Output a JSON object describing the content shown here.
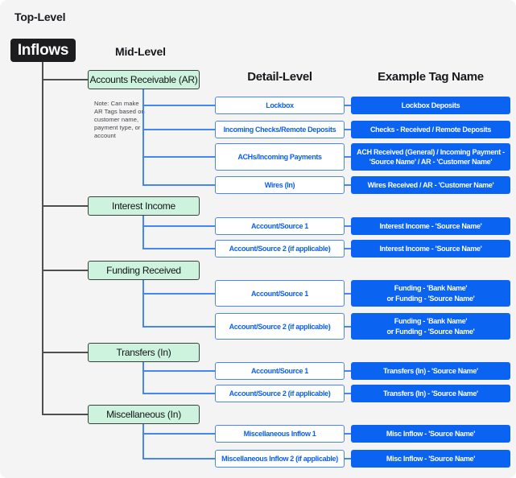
{
  "page": {
    "top_level_label": "Top-Level",
    "mid_level_label": "Mid-Level",
    "detail_level_label": "Detail-Level",
    "example_tag_label": "Example Tag Name",
    "root_label": "Inflows",
    "note": "Note: Can make\nAR Tags based on\ncustomer name,\npayment type, or\naccount"
  },
  "colors": {
    "background": "#f4f4f5",
    "root_fill": "#1d1d1f",
    "mid_fill": "#cdf2de",
    "mid_border": "#39413c",
    "detail_border": "#4a86f2",
    "detail_text": "#0b5ff0",
    "tag_fill": "#0b63f2",
    "tag_text": "#ffffff",
    "dark_line": "#4f4f50",
    "blue_line": "#4486f4"
  },
  "groups": [
    {
      "label": "Accounts Receivable (AR)",
      "rows": [
        {
          "detail": "Lockbox",
          "tag": "Lockbox Deposits"
        },
        {
          "detail": "Incoming Checks/Remote Deposits",
          "tag": "Checks - Received / Remote Deposits"
        },
        {
          "detail": "ACHs/Incoming Payments",
          "tag": "ACH Received (General) / Incoming Payment -\n'Source Name' / AR - 'Customer Name'"
        },
        {
          "detail": "Wires (In)",
          "tag": "Wires Received / AR - 'Customer Name'"
        }
      ]
    },
    {
      "label": "Interest Income",
      "rows": [
        {
          "detail": "Account/Source 1",
          "tag": "Interest Income - 'Source Name'"
        },
        {
          "detail": "Account/Source 2 (if applicable)",
          "tag": "Interest Income - 'Source Name'"
        }
      ]
    },
    {
      "label": "Funding Received",
      "rows": [
        {
          "detail": "Account/Source 1",
          "tag": "Funding - 'Bank Name'\nor Funding - 'Source Name'"
        },
        {
          "detail": "Account/Source 2 (if applicable)",
          "tag": "Funding - 'Bank Name'\nor Funding - 'Source Name'"
        }
      ]
    },
    {
      "label": "Transfers (In)",
      "rows": [
        {
          "detail": "Account/Source 1",
          "tag": "Transfers (In) - 'Source Name'"
        },
        {
          "detail": "Account/Source 2 (if applicable)",
          "tag": "Transfers (In) - 'Source Name'"
        }
      ]
    },
    {
      "label": "Miscellaneous (In)",
      "rows": [
        {
          "detail": "Miscellaneous Inflow 1",
          "tag": "Misc Inflow - 'Source Name'"
        },
        {
          "detail": "Miscellaneous Inflow 2 (if applicable)",
          "tag": "Misc Inflow - 'Source Name'"
        }
      ]
    }
  ]
}
